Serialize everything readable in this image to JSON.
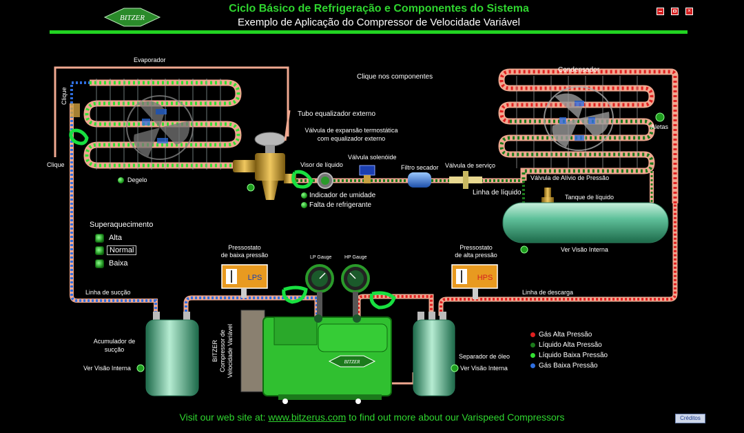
{
  "header": {
    "logo_text": "BITZER",
    "title": "Ciclo Básico de Refrigeração e Componentes do Sistema",
    "subtitle": "Exemplo de Aplicação do Compressor de Velocidade Variável",
    "window_buttons": [
      "minimize-icon",
      "maximize-icon",
      "close-icon"
    ]
  },
  "diagram": {
    "evaporador": "Evaporador",
    "clique_top": "Clique",
    "clique_left": "Clique",
    "degelo": "Degelo",
    "clique_componentes": "Clique nos componentes",
    "tubo_equalizador": "Tubo equalizador externo",
    "valvula_expansao_l1": "Válvula de expansão termostática",
    "valvula_expansao_l2": "com equalizador externo",
    "visor_liquido": "Visor de líquido",
    "valvula_solenoide": "Válvula solenóide",
    "filtro_secador": "Filtro secador",
    "valvula_servico": "Válvula de serviço",
    "indicador_umidade": "Indicador de umidade",
    "falta_refrigerante": "Falta de refrigerante",
    "condensador": "Condensador",
    "aletas": "Aletas",
    "valvula_alivio": "Válvula de Alívio de Pressão",
    "linha_liquido": "Linha de líquido",
    "tanque_liquido": "Tanque de líquido",
    "ver_visao_interna_tanque": "Ver Visão Interna",
    "superaquecimento": {
      "title": "Superaquecimento",
      "options": [
        "Alta",
        "Normal",
        "Baixa"
      ],
      "selected": "Normal"
    },
    "pressostato_baixa_l1": "Pressostato",
    "pressostato_baixa_l2": "de baixa pressão",
    "lps": "LPS",
    "pressostato_alta_l1": "Pressostato",
    "pressostato_alta_l2": "de alta pressão",
    "hps": "HPS",
    "lp_gauge": "LP Gauge",
    "hp_gauge": "HP Gauge",
    "linha_succao": "Linha de sucção",
    "linha_descarga": "Linha de descarga",
    "acumulador_l1": "Acumulador de",
    "acumulador_l2": "sucção",
    "ver_visao_interna_acumulador": "Ver Visão Interna",
    "compressor_l1": "BITZER",
    "compressor_l2": "Compressor de",
    "compressor_l3": "Velocidade Variável",
    "compressor_badge": "BITZER",
    "separador_oleo": "Separador de óleo",
    "ver_visao_interna_separador": "Ver Visão Interna"
  },
  "legend": {
    "items": [
      {
        "label": "Gás Alta Pressão",
        "color": "#e02020"
      },
      {
        "label": "Líquido Alta Pressão",
        "color": "#1b7a1b"
      },
      {
        "label": "Líquido Baixa Pressão",
        "color": "#33e033"
      },
      {
        "label": "Gás Baixa Pressão",
        "color": "#2f6fe0"
      }
    ]
  },
  "footer": {
    "prefix": "Visit our web site at: ",
    "link": "www.bitzerus.com",
    "suffix": " to find out more about our Varispeed Compressors"
  },
  "creditos": "Créditos",
  "colors": {
    "accent_green": "#2fd52f",
    "high_gas": "#e02020",
    "high_liquid": "#1b7a1b",
    "low_liquid": "#33e033",
    "low_gas": "#2f6fe0",
    "pipe_peach": "#f0a890"
  }
}
